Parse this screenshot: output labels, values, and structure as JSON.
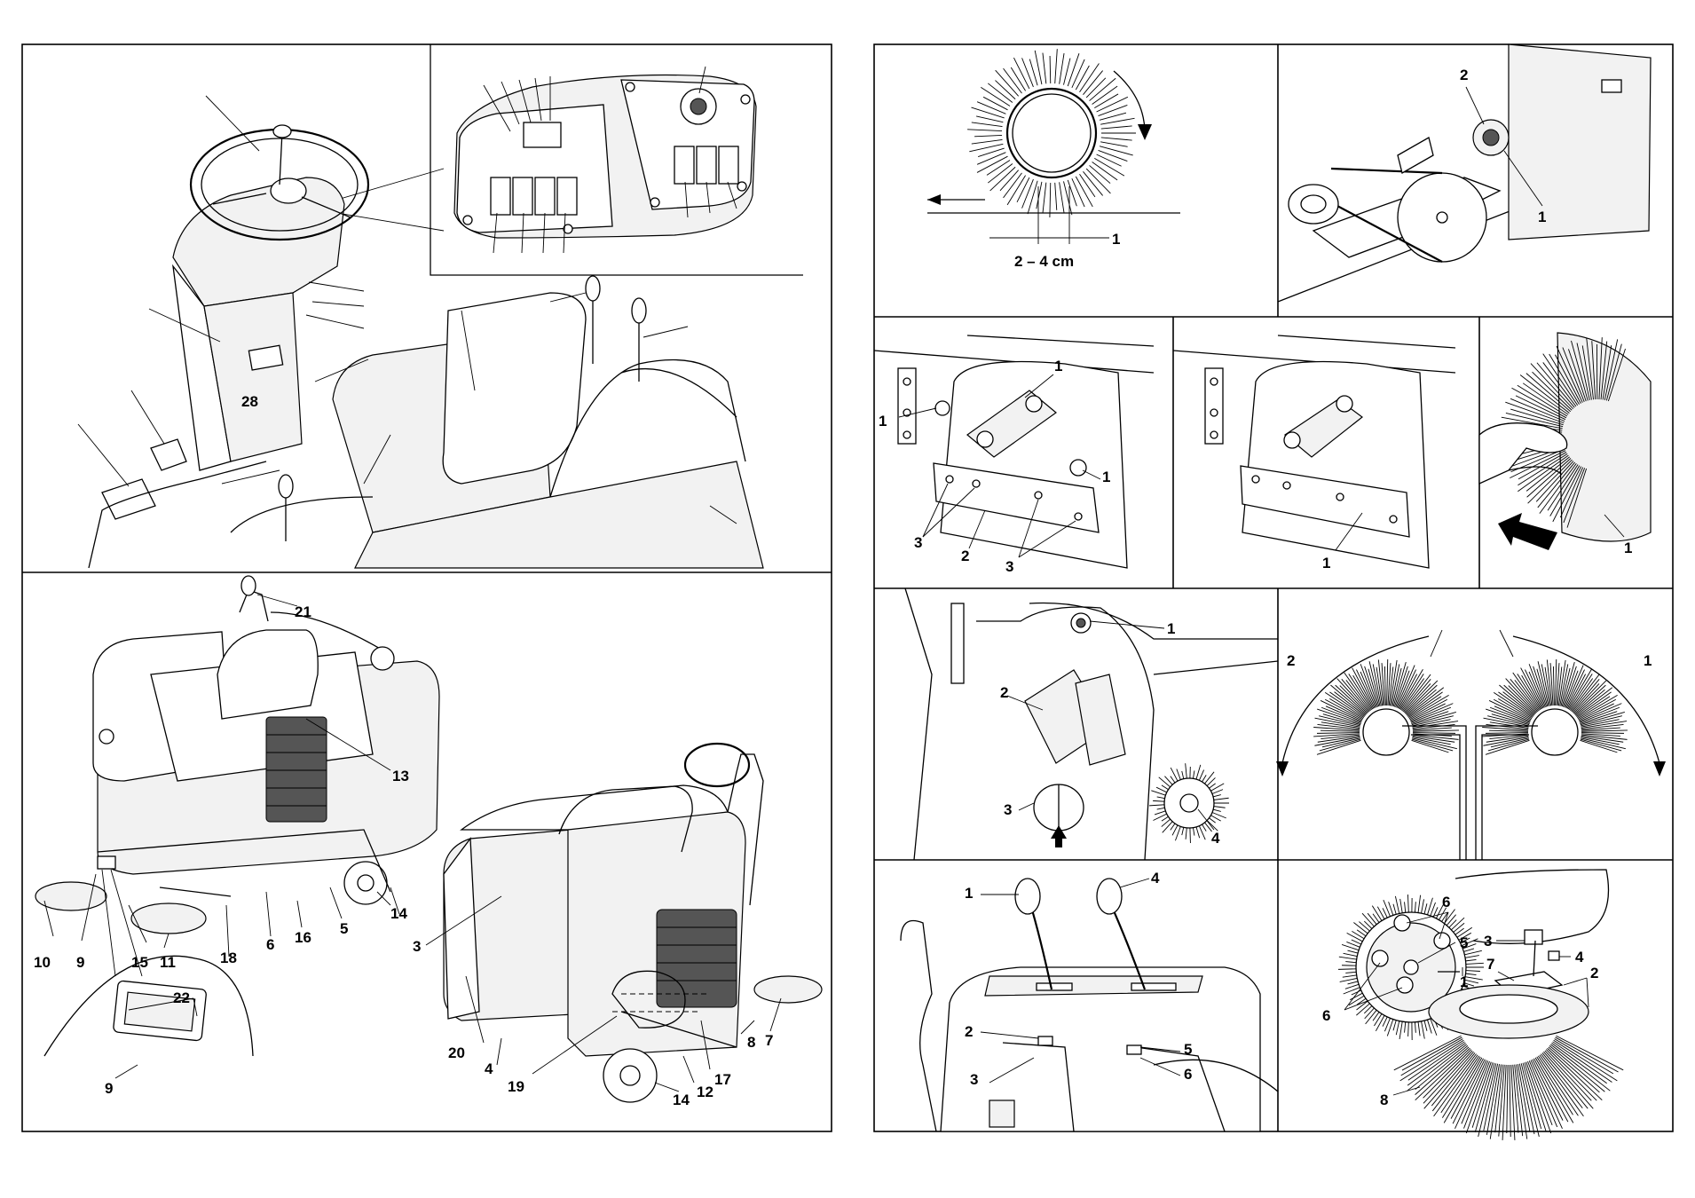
{
  "panel_top_left": {
    "label_28": "28"
  },
  "panel_bottom_left": {
    "labels": [
      "21",
      "13",
      "10",
      "9",
      "15",
      "11",
      "18",
      "6",
      "16",
      "5",
      "14",
      "22",
      "9",
      "3",
      "20",
      "4",
      "19",
      "12",
      "17",
      "8",
      "7",
      "14"
    ]
  },
  "panel_brush_pattern": {
    "label_1": "1",
    "width_text": "2 – 4 cm"
  },
  "panel_belt": {
    "labels": [
      "2",
      "1"
    ]
  },
  "panel_flap_a": {
    "labels": [
      "1",
      "1",
      "1",
      "3",
      "2",
      "3"
    ]
  },
  "panel_flap_b": {
    "labels": [
      "1"
    ]
  },
  "panel_brush_hand": {
    "labels": [
      "1"
    ]
  },
  "panel_main_brush": {
    "labels": [
      "1",
      "2",
      "3",
      "4"
    ]
  },
  "panel_side_brushes": {
    "labels": [
      "2",
      "1"
    ]
  },
  "panel_levers": {
    "labels": [
      "1",
      "4",
      "2",
      "3",
      "5",
      "6"
    ]
  },
  "panel_side_brush_mount": {
    "labels": [
      "6",
      "5",
      "3",
      "4",
      "7",
      "1",
      "2",
      "6",
      "8"
    ]
  }
}
